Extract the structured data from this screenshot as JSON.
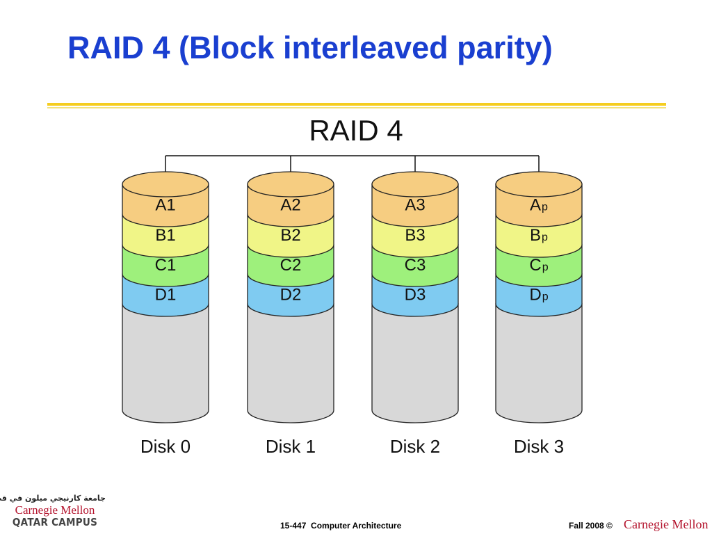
{
  "slide": {
    "title": "RAID 4 (Block interleaved parity)"
  },
  "diagram": {
    "heading": "RAID 4",
    "colors": {
      "A": "#f6cd81",
      "B": "#f0f587",
      "C": "#9ef07c",
      "D": "#7fcbf1",
      "empty": "#d8d8d8",
      "stroke": "#222222"
    },
    "disks": [
      {
        "label": "Disk 0",
        "blocks": [
          {
            "main": "A1",
            "sub": ""
          },
          {
            "main": "B1",
            "sub": ""
          },
          {
            "main": "C1",
            "sub": ""
          },
          {
            "main": "D1",
            "sub": ""
          }
        ]
      },
      {
        "label": "Disk 1",
        "blocks": [
          {
            "main": "A2",
            "sub": ""
          },
          {
            "main": "B2",
            "sub": ""
          },
          {
            "main": "C2",
            "sub": ""
          },
          {
            "main": "D2",
            "sub": ""
          }
        ]
      },
      {
        "label": "Disk 2",
        "blocks": [
          {
            "main": "A3",
            "sub": ""
          },
          {
            "main": "B3",
            "sub": ""
          },
          {
            "main": "C3",
            "sub": ""
          },
          {
            "main": "D3",
            "sub": ""
          }
        ]
      },
      {
        "label": "Disk 3",
        "blocks": [
          {
            "main": "A",
            "sub": "p"
          },
          {
            "main": "B",
            "sub": "p"
          },
          {
            "main": "C",
            "sub": "p"
          },
          {
            "main": "D",
            "sub": "p"
          }
        ]
      }
    ]
  },
  "footer": {
    "logo_arabic": "جامعة كارنيجي ميلون في قطر",
    "logo_name": "Carnegie Mellon",
    "logo_campus": "QATAR CAMPUS",
    "course": "15-447  Computer Architecture",
    "term": "Fall 2008 ©",
    "brand": "Carnegie Mellon"
  }
}
